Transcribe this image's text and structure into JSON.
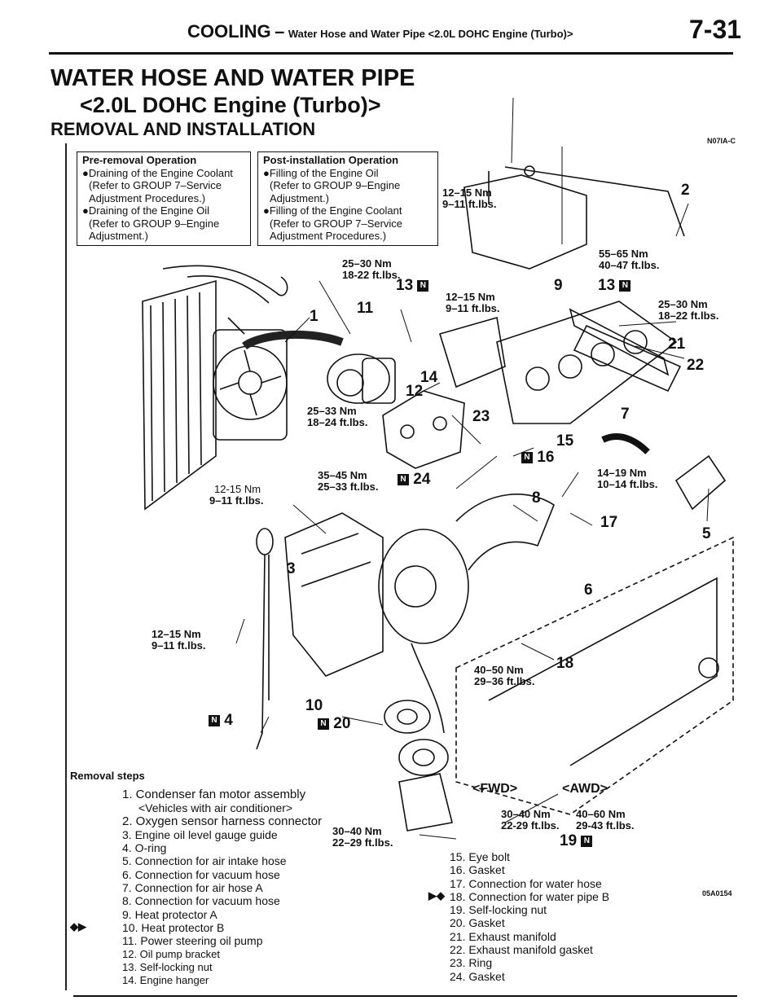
{
  "header": {
    "section": "COOLING",
    "dash": "–",
    "subtitle": "Water Hose and Water Pipe <2.0L DOHC Engine (Turbo)>",
    "page_number": "7-31"
  },
  "title": {
    "line1": "WATER HOSE AND WATER PIPE",
    "line2": "<2.0L DOHC Engine (Turbo)>",
    "line3": "REMOVAL AND INSTALLATION",
    "code": "N07IA-C"
  },
  "pre_removal": {
    "heading": "Pre-removal Operation",
    "lines": [
      "●Draining of the Engine Coolant",
      "(Refer to GROUP 7–Service",
      "Adjustment Procedures.)",
      "●Draining of the Engine Oil",
      "(Refer to GROUP 9–Engine",
      "Adjustment.)"
    ]
  },
  "post_installation": {
    "heading": "Post-installation Operation",
    "lines": [
      "●Filling of the Engine Oil",
      "(Refer to GROUP 9–Engine",
      "Adjustment.)",
      "●Filling of the Engine Coolant",
      "(Refer to GROUP 7–Service",
      "Adjustment Procedures.)"
    ]
  },
  "torques": {
    "t1_nm": "12–15 Nm",
    "t1_ft": "9–11 ft.lbs.",
    "t2_nm": "55–65 Nm",
    "t2_ft": "40–47 ft.lbs.",
    "t3_nm": "25–30 Nm",
    "t3_ft": "18-22 ft.lbs.",
    "t4_nm": "12–15 Nm",
    "t4_ft": "9–11 ft.lbs.",
    "t5_nm": "25–30 Nm",
    "t5_ft": "18–22 ft.lbs.",
    "t6_nm": "25–33 Nm",
    "t6_ft": "18–24 ft.lbs.",
    "t7_nm": "35–45 Nm",
    "t7_ft": "25–33 ft.lbs.",
    "t8_nm": "12-15 Nm",
    "t8_ft": "9–11 ft.lbs.",
    "t9_nm": "14–19 Nm",
    "t9_ft": "10–14 ft.lbs.",
    "t10_nm": "12–15 Nm",
    "t10_ft": "9–11 ft.lbs.",
    "t11_nm": "40–50 Nm",
    "t11_ft": "29–36 ft.lbs.",
    "t12_nm": "30–40 Nm",
    "t12_ft": "22–29 ft.lbs.",
    "t13_nm": "30–40 Nm",
    "t13_ft": "22-29 ft.lbs.",
    "t14_nm": "40–60 Nm",
    "t14_ft": "29-43 ft.lbs."
  },
  "variants": {
    "fwd": "<FWD>",
    "awd": "<AWD>"
  },
  "callouts": {
    "n1": "1",
    "n2": "2",
    "n3": "3",
    "n4": "4",
    "n5": "5",
    "n6": "6",
    "n7": "7",
    "n8": "8",
    "n9": "9",
    "n10": "10",
    "n11": "11",
    "n12": "12",
    "n13a": "13",
    "n13b": "13",
    "n14": "14",
    "n15": "15",
    "n16": "16",
    "n17": "17",
    "n18": "18",
    "n19": "19",
    "n20": "20",
    "n21": "21",
    "n22": "22",
    "n23": "23",
    "n24": "24",
    "badge": "N"
  },
  "removal_steps": {
    "heading": "Removal steps",
    "left": [
      "1. Condenser fan motor assembly",
      "<Vehicles with air conditioner>",
      "2. Oxygen sensor harness connector",
      "3. Engine oil level gauge guide",
      "4. O-ring",
      "5. Connection for air intake hose",
      "6. Connection for vacuum hose",
      "7. Connection for air hose A",
      "8. Connection for vacuum hose",
      "9. Heat protector A",
      "10. Heat protector B",
      "11. Power steering oil pump",
      "12. Oil pump bracket",
      "13. Self-locking nut",
      "14. Engine hanger"
    ],
    "right": [
      "15. Eye bolt",
      "16. Gasket",
      "17. Connection for water hose",
      "18. Connection for water pipe B",
      "19. Self-locking nut",
      "20. Gasket",
      "21. Exhaust manifold",
      "22. Exhaust manifold gasket",
      "23. Ring",
      "24. Gasket"
    ],
    "mark_11": "◆▶",
    "mark_18": "▶◆"
  },
  "figure_code": "05A0154"
}
